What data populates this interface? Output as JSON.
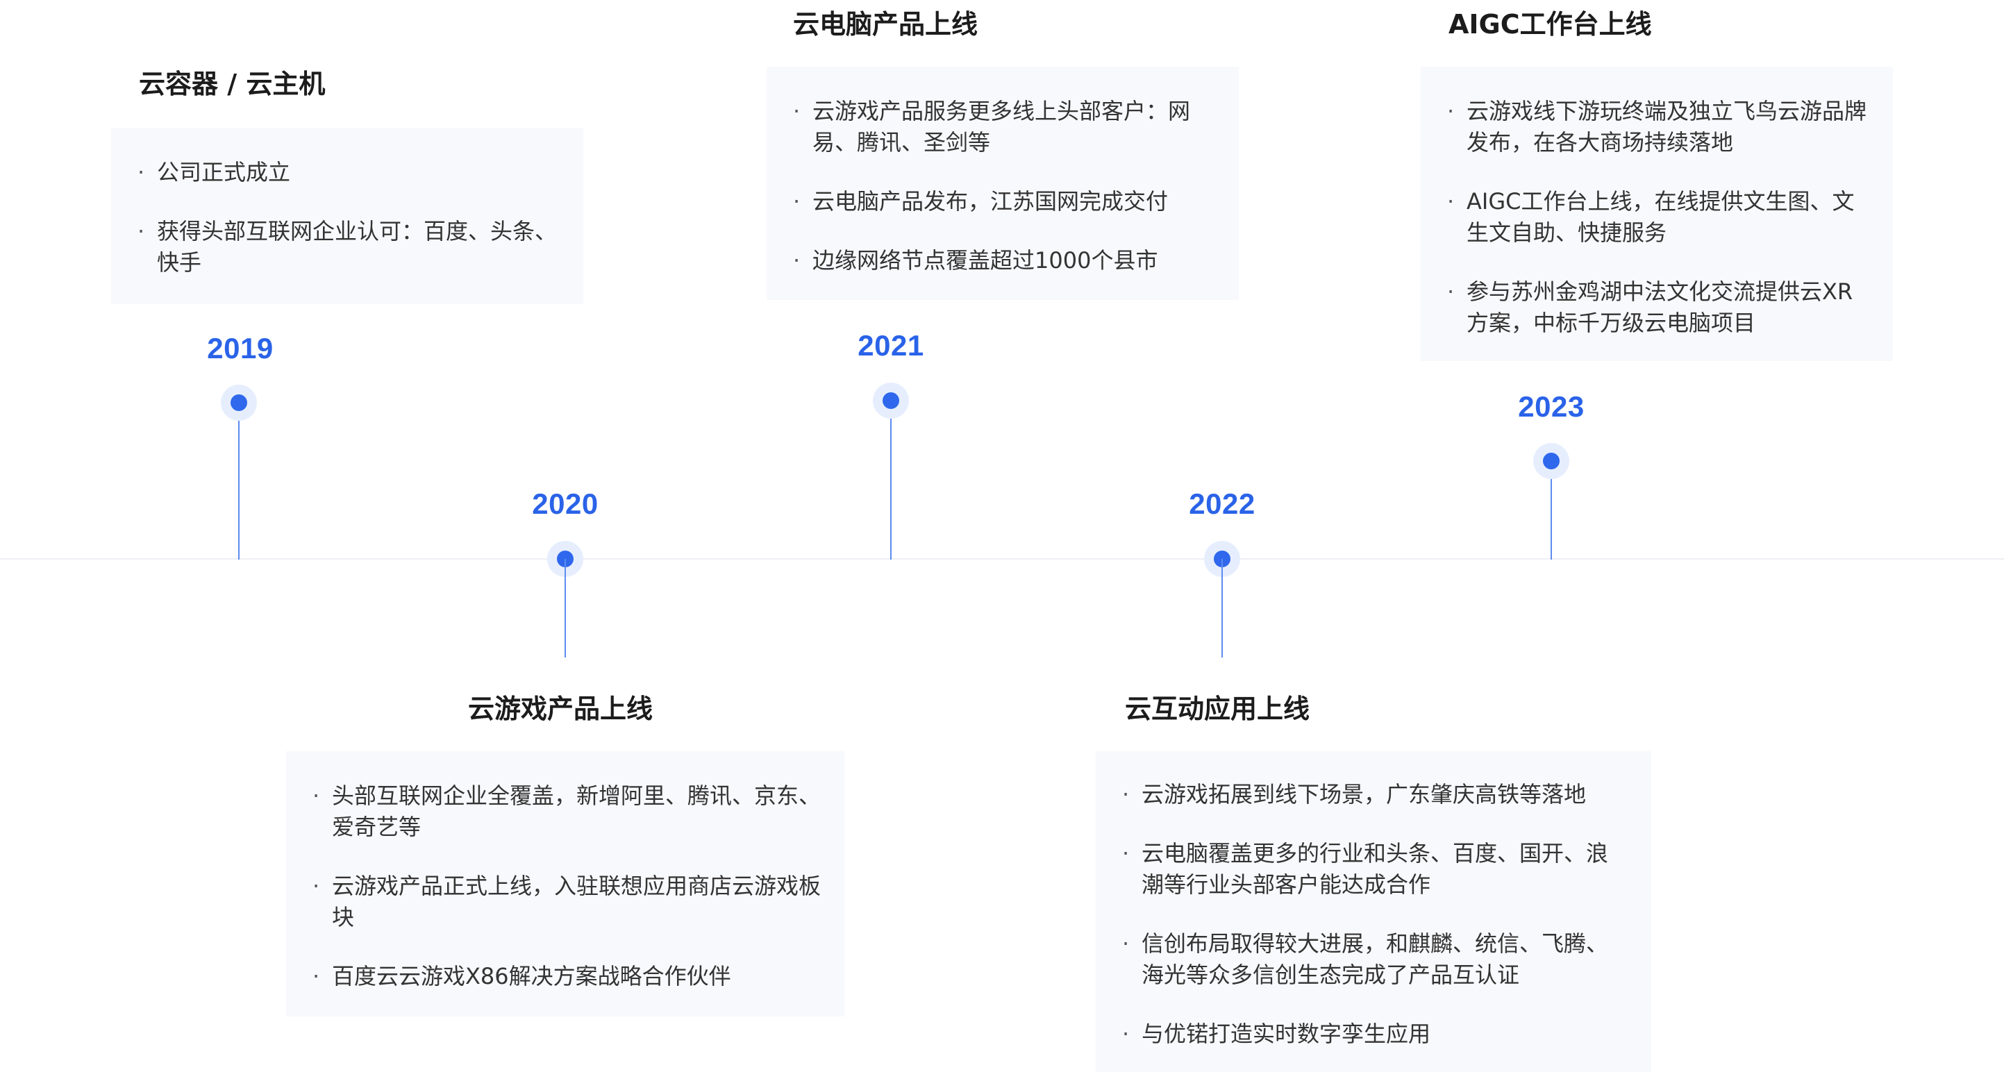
{
  "colors": {
    "accent": "#2f68ec",
    "accent_light": "#e6eefe",
    "card_bg": "#f8f9fc",
    "axis": "#eef0f3"
  },
  "milestones": [
    {
      "year": "2019",
      "title": "云容器 / 云主机",
      "items": [
        "公司正式成立",
        "获得头部互联网企业认可：百度、头条、快手"
      ]
    },
    {
      "year": "2020",
      "title": "云游戏产品上线",
      "items": [
        "头部互联网企业全覆盖，新增阿里、腾讯、京东、爱奇艺等",
        "云游戏产品正式上线，入驻联想应用商店云游戏板块",
        "百度云云游戏X86解决方案战略合作伙伴"
      ]
    },
    {
      "year": "2021",
      "title": "云电脑产品上线",
      "items": [
        "云游戏产品服务更多线上头部客户：网易、腾讯、圣剑等",
        "云电脑产品发布，江苏国网完成交付",
        "边缘网络节点覆盖超过1000个县市"
      ]
    },
    {
      "year": "2022",
      "title": "云互动应用上线",
      "items": [
        "云游戏拓展到线下场景，广东肇庆高铁等落地",
        "云电脑覆盖更多的行业和头条、百度、国开、浪潮等行业头部客户能达成合作",
        "信创布局取得较大进展，和麒麟、统信、飞腾、海光等众多信创生态完成了产品互认证",
        "与优锘打造实时数字孪生应用"
      ]
    },
    {
      "year": "2023",
      "title": "AIGC工作台上线",
      "items": [
        "云游戏线下游玩终端及独立飞鸟云游品牌发布，在各大商场持续落地",
        "AIGC工作台上线，在线提供文生图、文生文自助、快捷服务",
        "参与苏州金鸡湖中法文化交流提供云XR方案，中标千万级云电脑项目"
      ]
    }
  ]
}
